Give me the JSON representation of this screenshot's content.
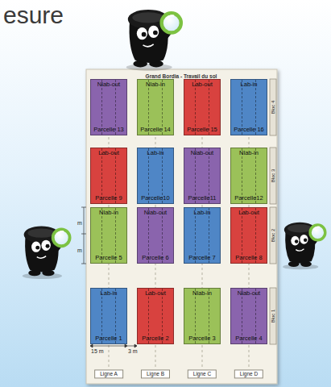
{
  "diagram": {
    "title": "esure",
    "nodes": [
      {
        "text": [
          "Nlab-out",
          "Parcelle 13"
        ]
      },
      {
        "text": [
          "Nlab-in",
          "Parcelle 14"
        ]
      },
      {
        "text": [
          "Lab-out",
          "Parcelle 15"
        ]
      },
      {
        "text": [
          "Lab-in",
          "Parcelle 16"
        ]
      },
      {
        "text": [
          "Lab-out",
          "Parcelle 9"
        ]
      },
      {
        "text": [
          "Lab-in",
          "Parcelle10"
        ]
      },
      {
        "text": [
          "Nlab-out",
          "Parcelle11"
        ]
      },
      {
        "text": [
          "Nlab-in",
          "Parcelle12"
        ]
      },
      {
        "text": [
          "Nlab-in",
          "Parcelle 5"
        ]
      },
      {
        "text": [
          "Nlab-out",
          "Parcelle 6"
        ]
      },
      {
        "text": [
          "Lab-in",
          "Parcelle 7"
        ]
      },
      {
        "text": [
          "Lab-out",
          "Parcelle 8"
        ]
      },
      {
        "text": [
          "Lab-in",
          "Parcelle 1"
        ]
      },
      {
        "text": [
          "Lab-out",
          "Parcelle 2"
        ]
      },
      {
        "text": [
          "Nlab-in",
          "Parcelle 3"
        ]
      },
      {
        "text": [
          "Nlab-out",
          "Parcelle 4"
        ]
      }
    ],
    "labels": [
      "Grand Bordia - Travail du sol",
      "Bloc 4",
      "Bloc 3",
      "Bloc 2",
      "Bloc 1",
      "Ligne A",
      "Ligne B",
      "Ligne C",
      "Ligne D",
      "15 m",
      "3 m",
      "m",
      "m"
    ]
  }
}
